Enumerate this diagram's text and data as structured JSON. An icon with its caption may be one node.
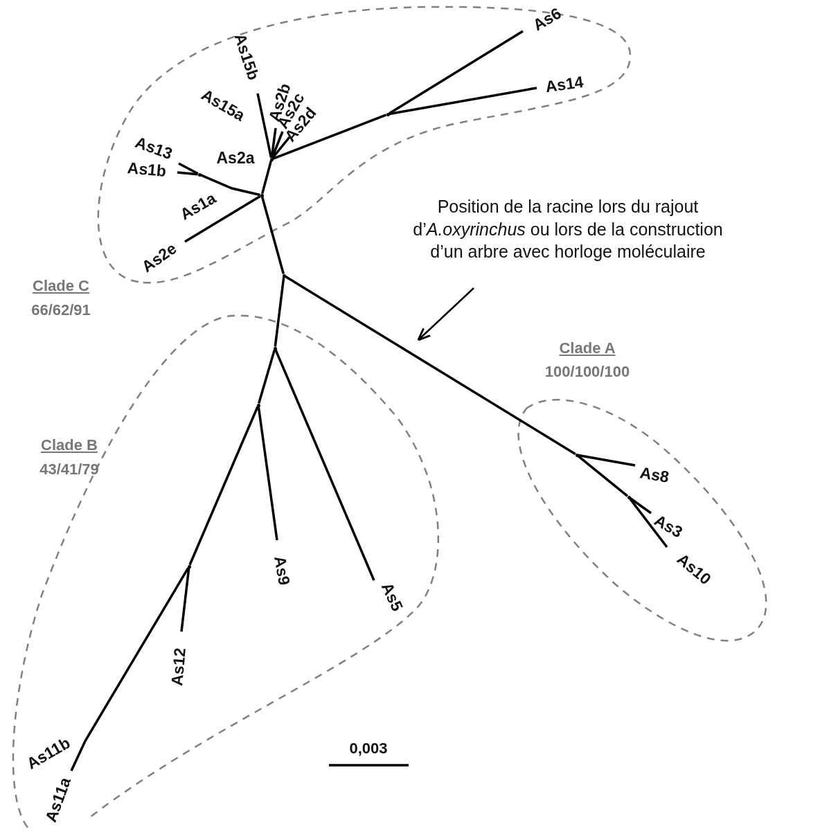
{
  "diagram": {
    "nodes": [
      {
        "text": [
          "Position de la racine lors du rajout d’*A.oxyrinchus* ou lors de la construction d’un arbre avec horloge moléculaire"
        ]
      },
      {
        "text": [
          "As6"
        ]
      },
      {
        "text": [
          "As14"
        ]
      },
      {
        "text": [
          "As15b"
        ]
      },
      {
        "text": [
          "As15a"
        ]
      },
      {
        "text": [
          "As2b"
        ]
      },
      {
        "text": [
          "As2c"
        ]
      },
      {
        "text": [
          "As2d"
        ]
      },
      {
        "text": [
          "As2a"
        ]
      },
      {
        "text": [
          "As13"
        ]
      },
      {
        "text": [
          "As1b"
        ]
      },
      {
        "text": [
          "As1a"
        ]
      },
      {
        "text": [
          "As2e"
        ]
      },
      {
        "text": [
          "As8"
        ]
      },
      {
        "text": [
          "As3"
        ]
      },
      {
        "text": [
          "As10"
        ]
      },
      {
        "text": [
          "As9"
        ]
      },
      {
        "text": [
          "As5"
        ]
      },
      {
        "text": [
          "As12"
        ]
      },
      {
        "text": [
          "As11b"
        ]
      },
      {
        "text": [
          "As11a"
        ]
      },
      {
        "text": [],
        "shape": "point"
      },
      {
        "text": [],
        "shape": "point"
      },
      {
        "text": [],
        "shape": "point"
      },
      {
        "text": [],
        "shape": "point"
      },
      {
        "text": [],
        "shape": "point"
      },
      {
        "text": [],
        "shape": "point"
      },
      {
        "text": [],
        "shape": "point"
      },
      {
        "text": [],
        "shape": "point"
      },
      {
        "text": [],
        "shape": "point"
      },
      {
        "text": [],
        "shape": "point"
      }
    ],
    "edges": [
      {
        "from": 21,
        "to": 1,
        "arrow": "none"
      },
      {
        "from": 21,
        "to": 2,
        "arrow": "none"
      },
      {
        "from": 22,
        "to": 21,
        "arrow": "none"
      },
      {
        "from": 22,
        "to": 3,
        "arrow": "none"
      },
      {
        "from": 22,
        "to": 5,
        "arrow": "none"
      },
      {
        "from": 22,
        "to": 6,
        "arrow": "none"
      },
      {
        "from": 22,
        "to": 7,
        "arrow": "none"
      },
      {
        "from": 23,
        "to": 9,
        "arrow": "none"
      },
      {
        "from": 23,
        "to": 10,
        "arrow": "none"
      },
      {
        "from": 24,
        "to": 23,
        "arrow": "none"
      },
      {
        "from": 24,
        "to": 22,
        "arrow": "none"
      },
      {
        "from": 24,
        "to": 12,
        "arrow": "none"
      },
      {
        "from": 25,
        "to": 24,
        "arrow": "none"
      },
      {
        "from": 25,
        "to": 26,
        "arrow": "none"
      },
      {
        "from": 26,
        "to": 27,
        "arrow": "none"
      },
      {
        "from": 26,
        "to": 17,
        "arrow": "none"
      },
      {
        "from": 27,
        "to": 16,
        "arrow": "none"
      },
      {
        "from": 27,
        "to": 30,
        "arrow": "none"
      },
      {
        "from": 30,
        "to": 18,
        "arrow": "none"
      },
      {
        "from": 30,
        "to": 20,
        "arrow": "none"
      },
      {
        "from": 25,
        "to": 28,
        "arrow": "none"
      },
      {
        "from": 28,
        "to": 13,
        "arrow": "none"
      },
      {
        "from": 28,
        "to": 29,
        "arrow": "none"
      },
      {
        "from": 29,
        "to": 14,
        "arrow": "none"
      },
      {
        "from": 29,
        "to": 15,
        "arrow": "none"
      },
      {
        "from": 0,
        "to": null,
        "arrow": "to"
      }
    ],
    "labels": [
      "Clade C",
      "66/62/91",
      "Clade A",
      "100/100/100",
      "Clade B",
      "43/41/79",
      "0,003"
    ]
  }
}
